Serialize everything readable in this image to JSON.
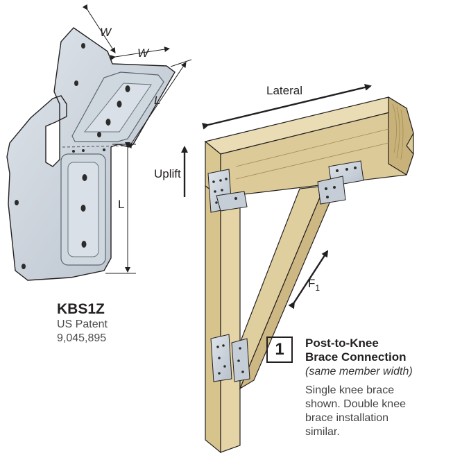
{
  "bracket": {
    "dimension_w_top": "W",
    "dimension_w_side": "W",
    "dimension_l_top": "L",
    "dimension_l_side": "L",
    "product_name": "KBS1Z",
    "patent_line1": "US Patent",
    "patent_line2": "9,045,895"
  },
  "assembly": {
    "label_lateral": "Lateral",
    "label_uplift": "Uplift",
    "label_force": "F",
    "label_force_sub": "1"
  },
  "caption": {
    "step_number": "1",
    "title_line1": "Post-to-Knee",
    "title_line2": "Brace Connection",
    "subtitle": "(same member width)",
    "description_lines": [
      "Single knee brace",
      "shown. Double knee",
      "brace installation",
      "similar."
    ]
  },
  "colors": {
    "wood_light": "#e6d7ae",
    "wood_mid": "#d4c18e",
    "wood_dark": "#b6a06a",
    "steel": "#c9d1da",
    "steel_dark": "#8f99a4",
    "ink": "#231f20"
  }
}
